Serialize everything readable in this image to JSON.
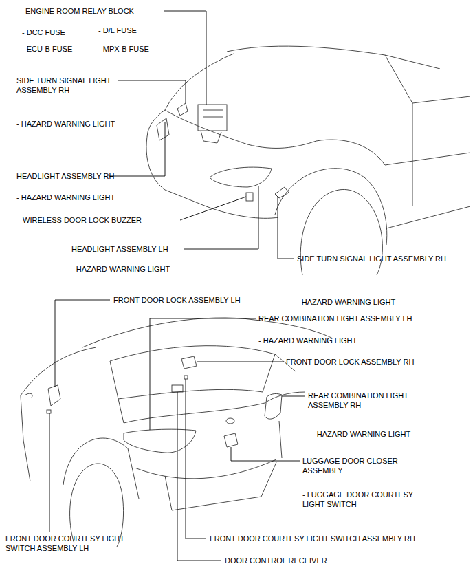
{
  "diagram": {
    "labels": [
      "ENGINE ROOM RELAY BLOCK",
      "- DCC FUSE",
      "- D/L FUSE",
      "- ECU-B FUSE",
      "- MPX-B FUSE",
      "SIDE TURN SIGNAL LIGHT ASSEMBLY RH",
      "- HAZARD WARNING LIGHT",
      "HEADLIGHT ASSEMBLY RH",
      "- HAZARD WARNING LIGHT",
      "WIRELESS DOOR LOCK BUZZER",
      "HEADLIGHT ASSEMBLY LH",
      "- HAZARD WARNING LIGHT",
      "SIDE TURN SIGNAL LIGHT ASSEMBLY RH",
      "FRONT DOOR LOCK ASSEMBLY LH",
      "- HAZARD WARNING LIGHT",
      "REAR COMBINATION LIGHT ASSEMBLY LH",
      "- HAZARD WARNING LIGHT",
      "FRONT DOOR LOCK ASSEMBLY RH",
      "REAR COMBINATION LIGHT ASSEMBLY RH",
      "- HAZARD WARNING LIGHT",
      "LUGGAGE DOOR CLOSER ASSEMBLY",
      "- LUGGAGE DOOR COURTESY LIGHT SWITCH",
      "FRONT DOOR COURTESY LIGHT SWITCH ASSEMBLY LH",
      "FRONT DOOR COURTESY LIGHT SWITCH ASSEMBLY RH",
      "DOOR CONTROL RECEIVER"
    ]
  }
}
